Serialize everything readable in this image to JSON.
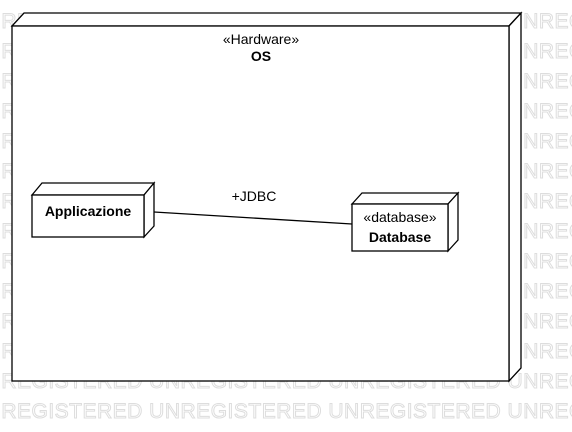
{
  "watermark": {
    "text": "UNREGISTERED",
    "color": "#dddddd"
  },
  "diagram": {
    "os_node": {
      "stereotype": "«Hardware»",
      "name": "OS"
    },
    "app_node": {
      "name": "Applicazione"
    },
    "db_node": {
      "stereotype": "«database»",
      "name": "Database"
    },
    "connection": {
      "label": "+JDBC"
    }
  }
}
